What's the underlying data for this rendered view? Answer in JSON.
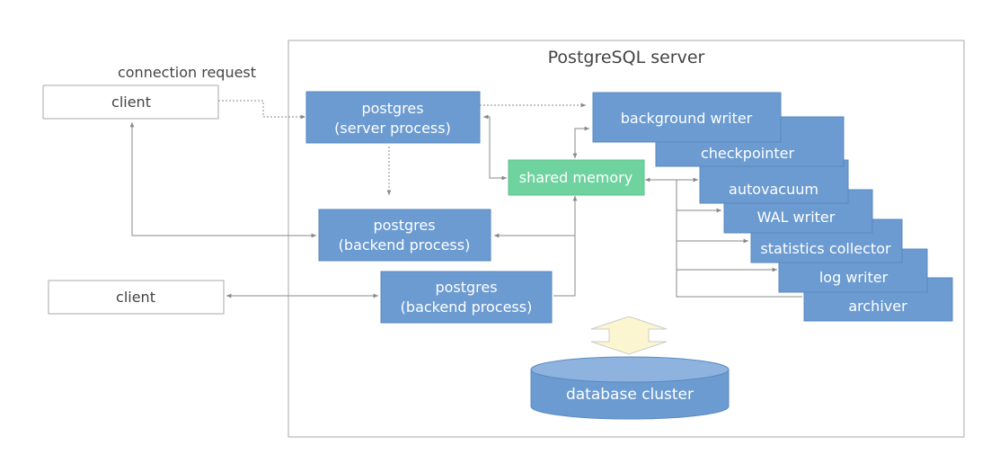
{
  "server": {
    "title": "PostgreSQL server"
  },
  "connection_request": "connection request",
  "clients": {
    "client1": "client",
    "client2": "client"
  },
  "postgres_server": {
    "line1": "postgres",
    "line2": "(server process)"
  },
  "backend1": {
    "line1": "postgres",
    "line2": "(backend process)"
  },
  "backend2": {
    "line1": "postgres",
    "line2": "(backend process)"
  },
  "shared_memory": "shared memory",
  "background_processes": {
    "background_writer": "background writer",
    "checkpointer": "checkpointer",
    "autovacuum": "autovacuum",
    "wal_writer": "WAL writer",
    "statistics_collector": "statistics collector",
    "log_writer": "log writer",
    "archiver": "archiver"
  },
  "database_cluster": "database cluster",
  "colors": {
    "process_blue": "#6b9bd1",
    "process_stroke": "#5a8ac0",
    "shared_memory_green": "#6fd3a0",
    "arrow_yellow": "#fbf6cf",
    "line_gray": "#8a8a8a"
  }
}
